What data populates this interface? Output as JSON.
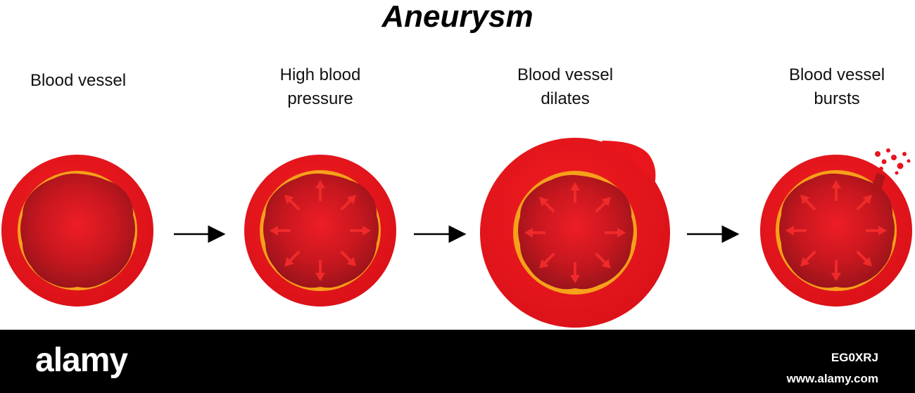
{
  "title": "Aneurysm",
  "stages": [
    {
      "label_lines": [
        "Blood vessel"
      ]
    },
    {
      "label_lines": [
        "High blood",
        "pressure"
      ]
    },
    {
      "label_lines": [
        "Blood vessel",
        "dilates"
      ]
    },
    {
      "label_lines": [
        "Blood vessel",
        "bursts"
      ]
    }
  ],
  "colors": {
    "vessel_wall": "#e8161c",
    "vessel_wall_dark": "#d3121a",
    "lumen_center": "#ec1c24",
    "lumen_edge": "#a8151c",
    "plaque": "#f7a11a",
    "arrow": "#ef2a2a",
    "text": "#111111"
  },
  "footer": {
    "brand": "alamy",
    "image_id": "EG0XRJ",
    "url": "www.alamy.com"
  }
}
